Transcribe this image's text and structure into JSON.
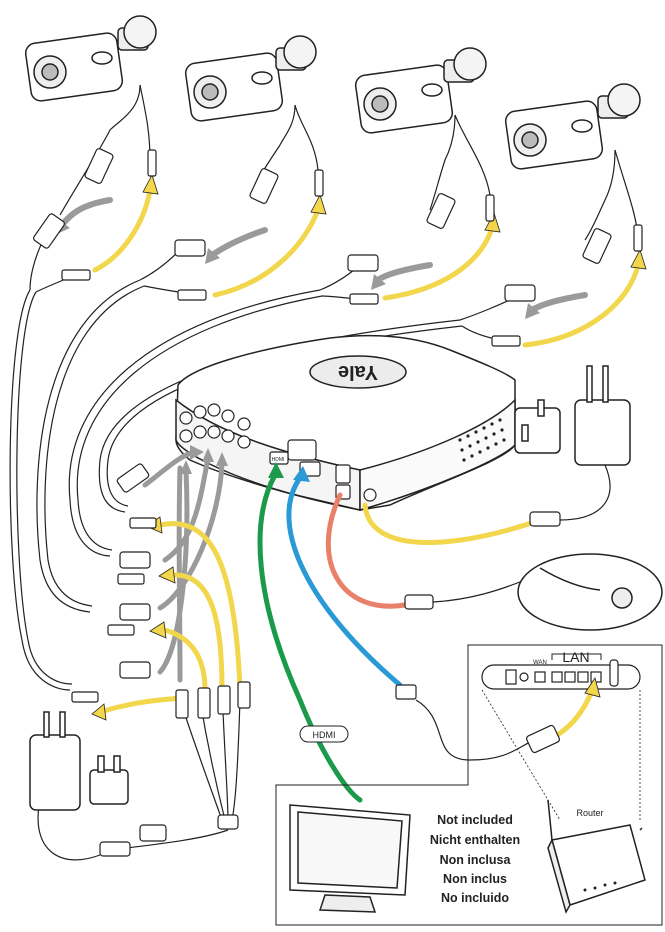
{
  "colors": {
    "hdmi_cable": "#1a9a4a",
    "lan_cable": "#2a9ad6",
    "usb_cable": "#e8806a",
    "power_cable": "#f2d64b",
    "video_cable": "#9a9a9a",
    "outline": "#222222"
  },
  "brand": {
    "logo_text": "Yale"
  },
  "labels": {
    "hdmi": "HDMI",
    "wan": "WAN",
    "lan": "LAN",
    "router": "Router",
    "hdmi_port": "HDMI"
  },
  "not_included": {
    "lines": [
      "Not included",
      "Nicht enthalten",
      "Non inclusa",
      "Non inclus",
      "No incluido"
    ]
  },
  "cameras": [
    {
      "id": "camera-1"
    },
    {
      "id": "camera-2"
    },
    {
      "id": "camera-3"
    },
    {
      "id": "camera-4"
    }
  ]
}
